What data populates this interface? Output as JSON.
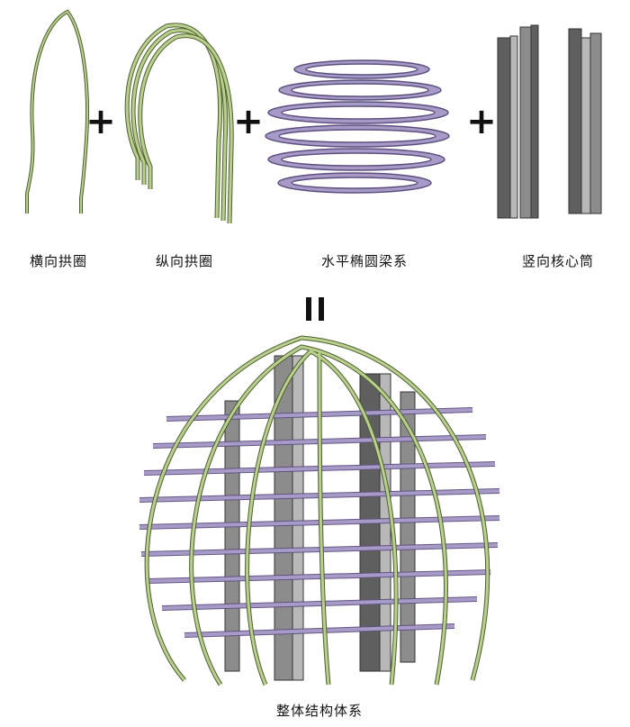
{
  "components": [
    {
      "label": "横向拱圈",
      "icon": "transverse-arch"
    },
    {
      "label": "纵向拱圈",
      "icon": "longitudinal-arches"
    },
    {
      "label": "水平椭圆梁系",
      "icon": "elliptical-beam-rings"
    },
    {
      "label": "竖向核心筒",
      "icon": "vertical-core-tubes"
    }
  ],
  "operators": {
    "plus": "+",
    "equals": "="
  },
  "result": {
    "label": "整体结构体系",
    "icon": "overall-structure"
  },
  "colors": {
    "arch": "#b9cf8e",
    "arch_edge": "#4e5f30",
    "beam": "#a79ac6",
    "beam_edge": "#5d5080",
    "core_dark": "#5f5f5f",
    "core_mid": "#8c8c8c",
    "core_light": "#b8b8b8"
  }
}
